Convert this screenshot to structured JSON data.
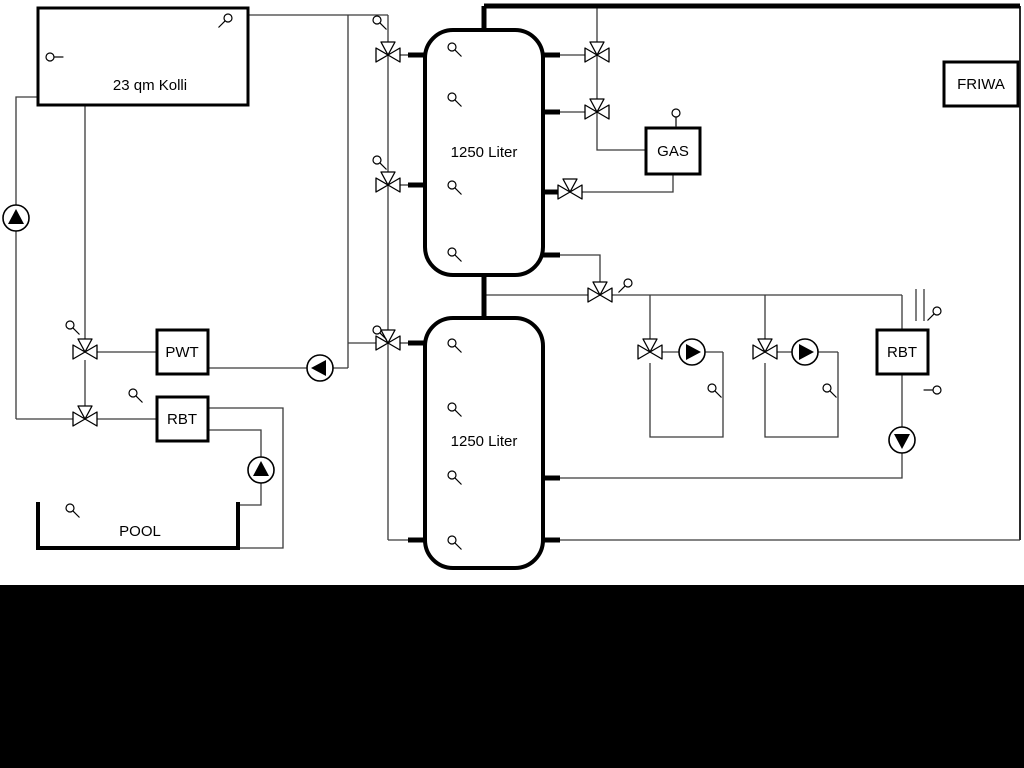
{
  "labels": {
    "collector": "23 qm Kolli",
    "tank_top": "1250 Liter",
    "tank_bottom": "1250 Liter",
    "gas": "GAS",
    "friwa": "FRIWA",
    "pwt": "PWT",
    "rbt_left": "RBT",
    "rbt_right": "RBT",
    "pool": "POOL"
  },
  "colors": {
    "background": "#ffffff",
    "pipe_line": "#3a3a3a",
    "thick_pipe": "#000000",
    "bottom_band": "#000000",
    "symbol_fill": "#ffffff"
  },
  "icons": {
    "pump": "circle-with-filled-triangle",
    "three_way_valve": "three-triangle-bowtie",
    "sensor": "small-circle-with-probe-stem",
    "pipe_break": "double-vertical-tick"
  }
}
